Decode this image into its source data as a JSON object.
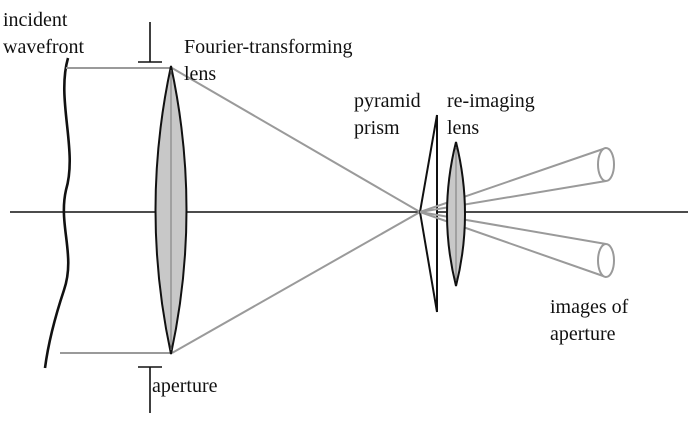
{
  "labels": {
    "incident_wavefront_line1": "incident",
    "incident_wavefront_line2": "wavefront",
    "fourier_lens_line1": "Fourier-transforming",
    "fourier_lens_line2": "lens",
    "pyramid_prism_line1": "pyramid",
    "pyramid_prism_line2": "prism",
    "reimaging_lens_line1": "re-imaging",
    "reimaging_lens_line2": "lens",
    "images_line1": "images of",
    "images_line2": "aperture",
    "aperture": "aperture"
  },
  "colors": {
    "stroke": "#111111",
    "ray": "#9a9a9a",
    "lens_fill": "#c8c8c8",
    "background": "#ffffff"
  }
}
